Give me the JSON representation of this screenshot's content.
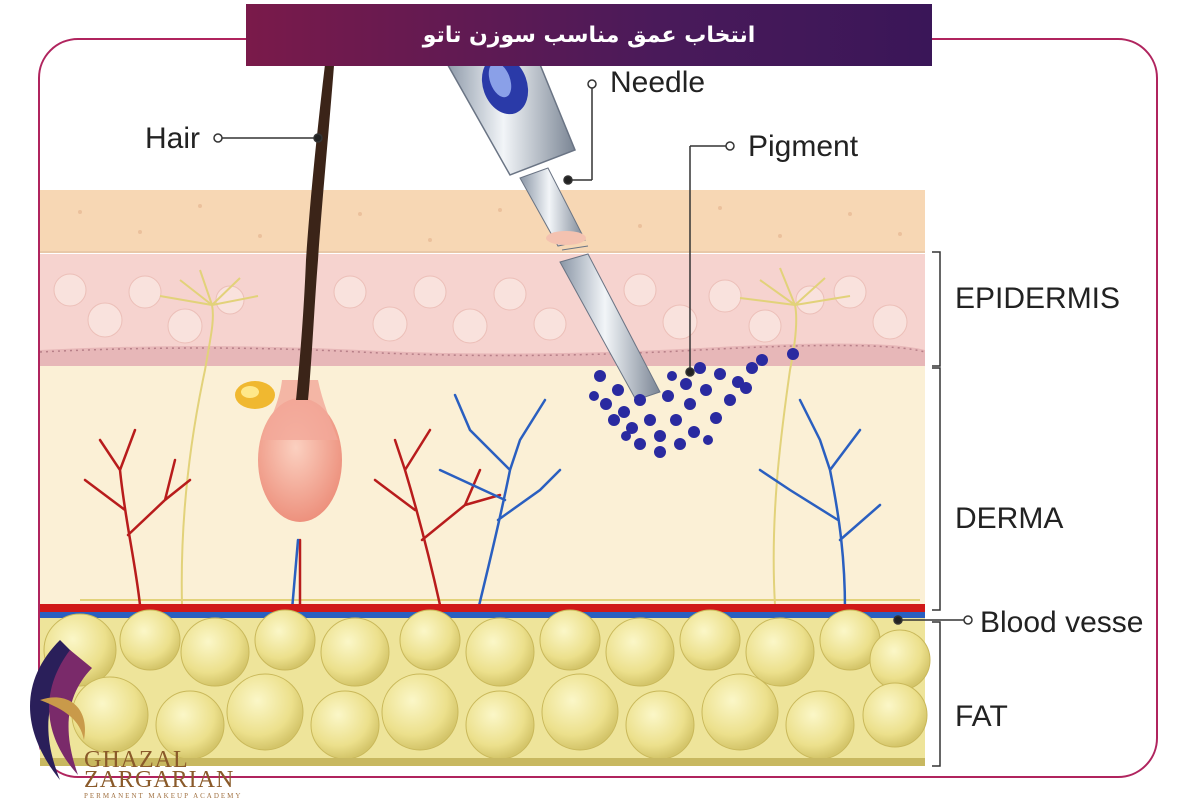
{
  "header": {
    "title": "انتخاب عمق مناسب سوزن تاتو"
  },
  "labels": {
    "hair": "Hair",
    "needle": "Needle",
    "pigment": "Pigment",
    "epidermis": "EPIDERMIS",
    "derma": "DERMA",
    "blood_vessel": "Blood vesse",
    "fat": "FAT"
  },
  "logo": {
    "line1": "GHAZAL",
    "line2": "ZARGARIAN",
    "line3": "PERMANENT MAKEUP ACADEMY"
  },
  "colors": {
    "frame": "#b0245e",
    "title_bar": "#4a1a5a",
    "skin_surface": "#f7d7b4",
    "epidermis": "#f6d3cf",
    "derma": "#fbf0d6",
    "fat": "#eee49a",
    "pigment": "#2a2aa0",
    "artery": "#b81c1c",
    "vein": "#2a5fc0"
  }
}
